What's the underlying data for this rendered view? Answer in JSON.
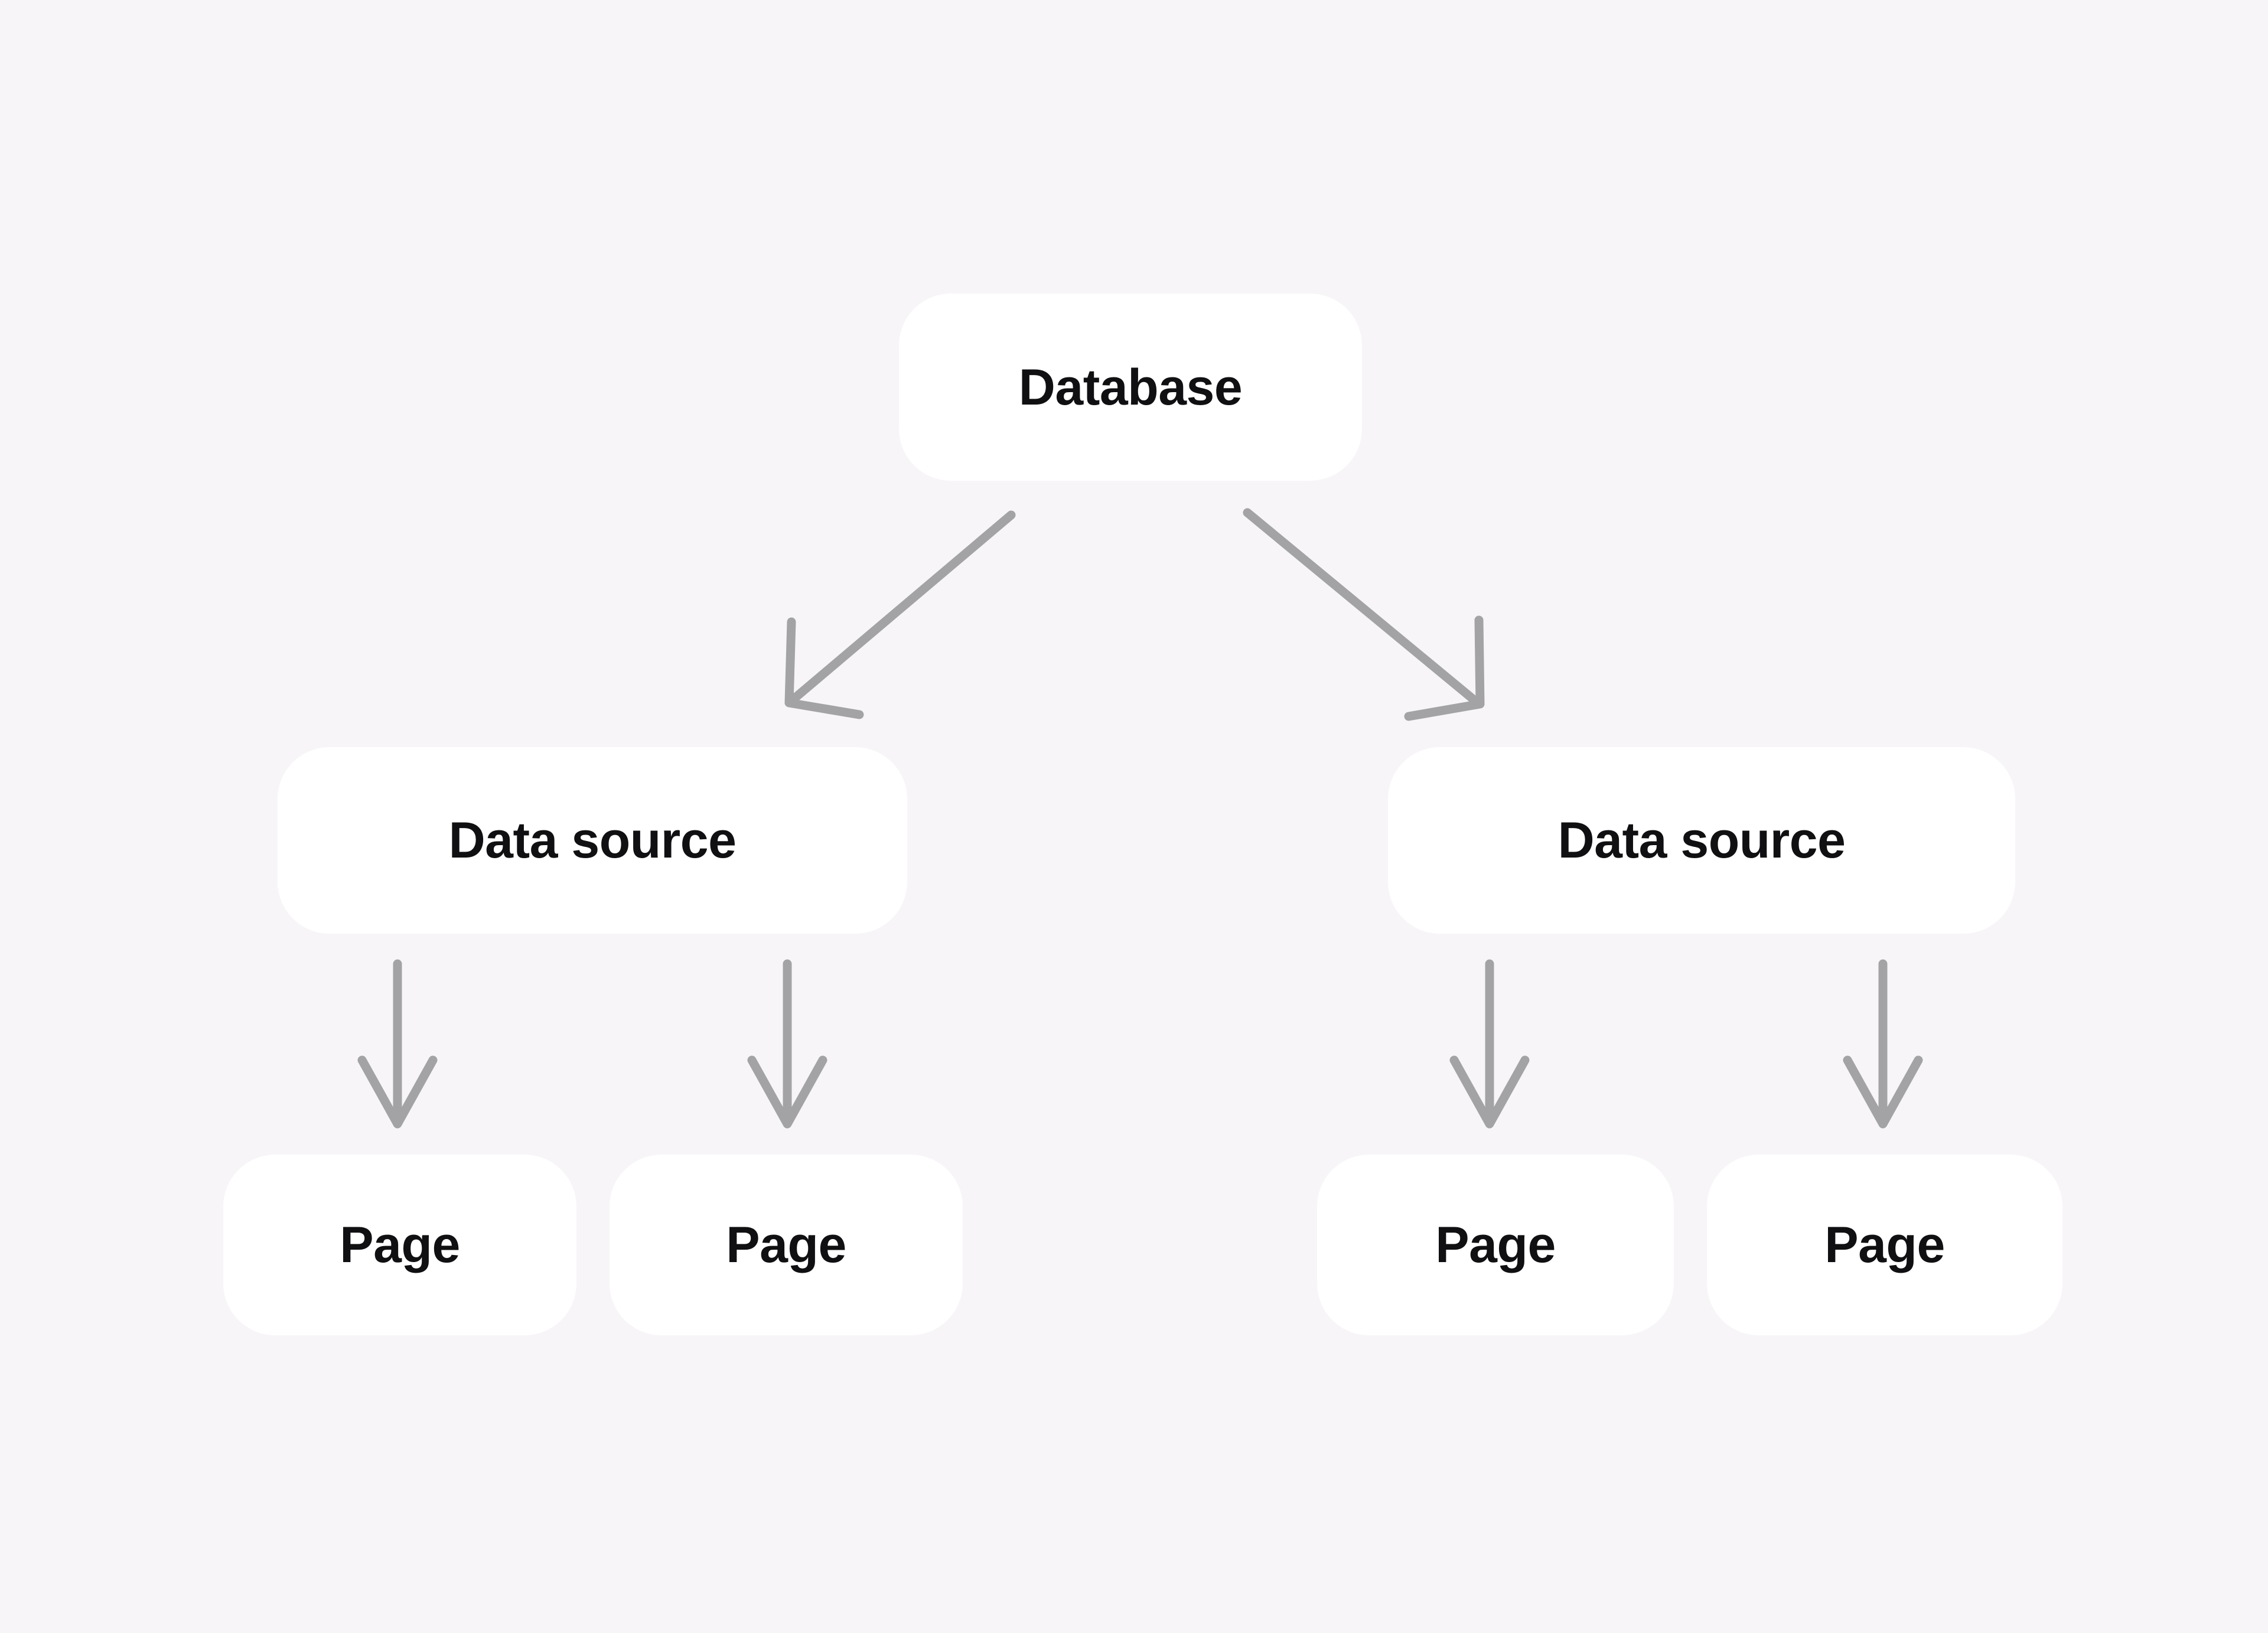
{
  "diagram": {
    "title": "Database to data source to page hierarchy",
    "type": "tree",
    "background_color": "#f7f5f8",
    "node_color": "#ffffff",
    "node_text_color": "#101012",
    "edge_color": "#a3a3a6"
  },
  "nodes": {
    "root": {
      "id": "database",
      "label": "Database"
    },
    "level2": [
      {
        "id": "data-source-left",
        "label": "Data source"
      },
      {
        "id": "data-source-right",
        "label": "Data source"
      }
    ],
    "level3": [
      {
        "id": "page-1",
        "label": "Page"
      },
      {
        "id": "page-2",
        "label": "Page"
      },
      {
        "id": "page-3",
        "label": "Page"
      },
      {
        "id": "page-4",
        "label": "Page"
      }
    ]
  },
  "edges": [
    {
      "id": "edge-database-to-data-source-left",
      "from": "database",
      "to": "data-source-left",
      "direction": "down-left"
    },
    {
      "id": "edge-database-to-data-source-right",
      "from": "database",
      "to": "data-source-right",
      "direction": "down-right"
    },
    {
      "id": "edge-data-source-left-to-page-1",
      "from": "data-source-left",
      "to": "page-1",
      "direction": "down"
    },
    {
      "id": "edge-data-source-left-to-page-2",
      "from": "data-source-left",
      "to": "page-2",
      "direction": "down"
    },
    {
      "id": "edge-data-source-right-to-page-3",
      "from": "data-source-right",
      "to": "page-3",
      "direction": "down"
    },
    {
      "id": "edge-data-source-right-to-page-4",
      "from": "data-source-right",
      "to": "page-4",
      "direction": "down"
    }
  ]
}
